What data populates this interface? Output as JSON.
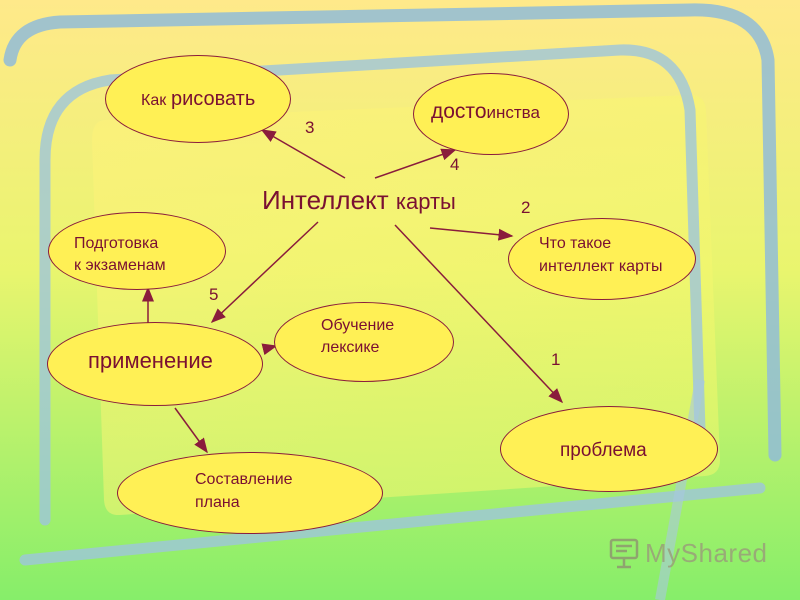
{
  "center": {
    "title_part1": "Интеллект",
    "title_part2": "карты"
  },
  "nodes": {
    "kak_risovat": {
      "part1": "Как",
      "part2": "рисовать"
    },
    "dostoinstva": {
      "part1": "досто",
      "part2": "инства"
    },
    "chto_takoe": {
      "line1": "Что такое",
      "line2": "интеллект карты"
    },
    "podgotovka": {
      "line1": "Подготовка",
      "line2": "к экзаменам"
    },
    "primenenie": {
      "label": "применение"
    },
    "obuchenie": {
      "line1": "Обучение",
      "line2": "лексике"
    },
    "problema": {
      "label": "проблема"
    },
    "sostavlenie": {
      "line1": "Составление",
      "line2": "плана"
    }
  },
  "numbers": {
    "n1": "1",
    "n2": "2",
    "n3": "3",
    "n4": "4",
    "n5": "5"
  },
  "watermark": {
    "text": "MyShared"
  },
  "colors": {
    "node_fill": "#fff055",
    "text": "#7a1032",
    "stroke": "#8a1c3c",
    "bg_top": "#ffe98a",
    "bg_bottom": "#8af06a"
  }
}
